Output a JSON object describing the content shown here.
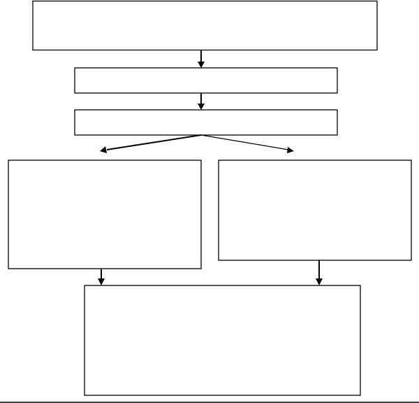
{
  "diagram": {
    "boxes": [
      {
        "id": "box-1",
        "text": ""
      },
      {
        "id": "box-2",
        "text": ""
      },
      {
        "id": "box-3",
        "text": ""
      },
      {
        "id": "box-4",
        "text": ""
      },
      {
        "id": "box-5",
        "text": ""
      },
      {
        "id": "box-6",
        "text": ""
      }
    ],
    "connections": [
      {
        "from": "box-1",
        "to": "box-2"
      },
      {
        "from": "box-2",
        "to": "box-3"
      },
      {
        "from": "box-3",
        "to": "box-4"
      },
      {
        "from": "box-3",
        "to": "box-5"
      },
      {
        "from": "box-4",
        "to": "box-6"
      },
      {
        "from": "box-5",
        "to": "box-6"
      }
    ]
  }
}
